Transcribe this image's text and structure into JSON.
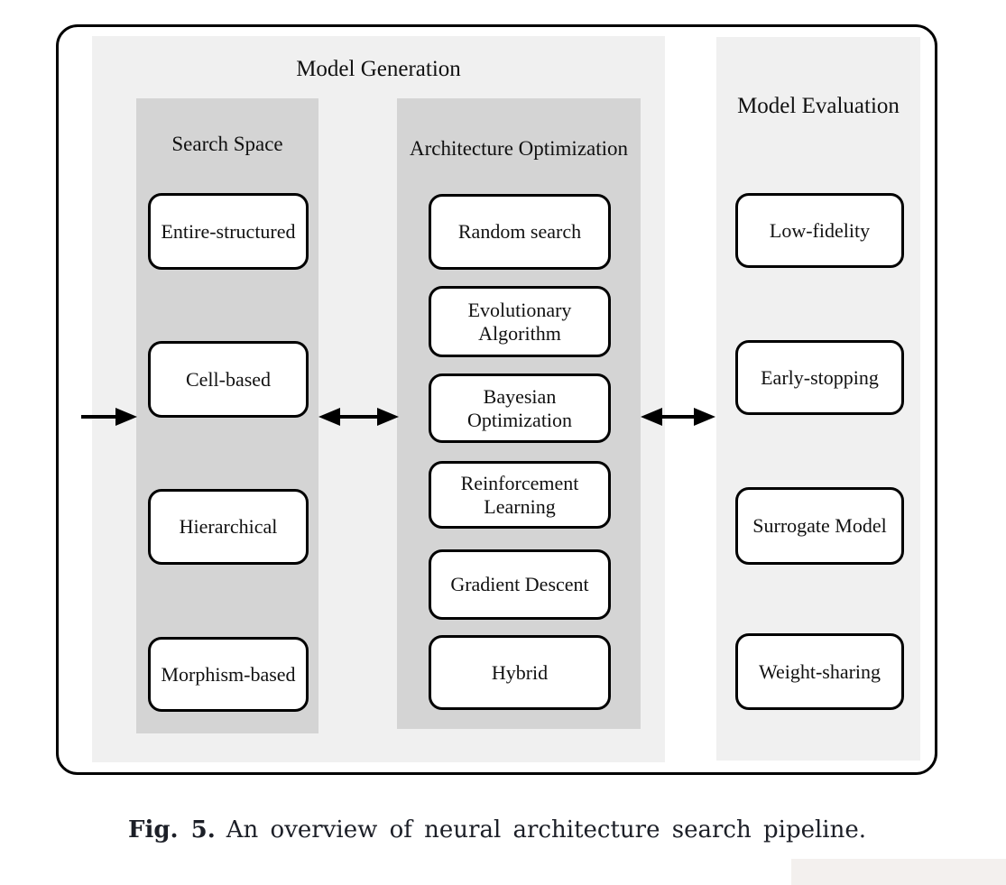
{
  "figure": {
    "model_generation": {
      "title": "Model Generation"
    },
    "model_evaluation": {
      "title": "Model Evaluation",
      "boxes": [
        "Low-fidelity",
        "Early-stopping",
        "Surrogate Model",
        "Weight-sharing"
      ]
    },
    "search_space": {
      "title": "Search Space",
      "boxes": [
        "Entire-structured",
        "Cell-based",
        "Hierarchical",
        "Morphism-based"
      ]
    },
    "architecture_optimization": {
      "title": "Architecture Optimization",
      "boxes": [
        "Random search",
        "Evolutionary Algorithm",
        "Bayesian Optimization",
        "Reinforcement Learning",
        "Gradient Descent",
        "Hybrid"
      ]
    },
    "arrows": {
      "input_arrow": "right",
      "search_to_optimization": "bidirectional",
      "optimization_to_evaluation": "bidirectional"
    },
    "caption": {
      "label": "Fig. 5.",
      "text": "An overview of neural architecture search pipeline."
    },
    "colors": {
      "page_bg": "#ffffff",
      "panel_bg": "#f0f0f0",
      "column_bg": "#d4d4d4",
      "box_bg": "#ffffff",
      "line": "#000000",
      "caption_text": "#1c1f27",
      "corner_strip": "#f3f0ee"
    }
  }
}
